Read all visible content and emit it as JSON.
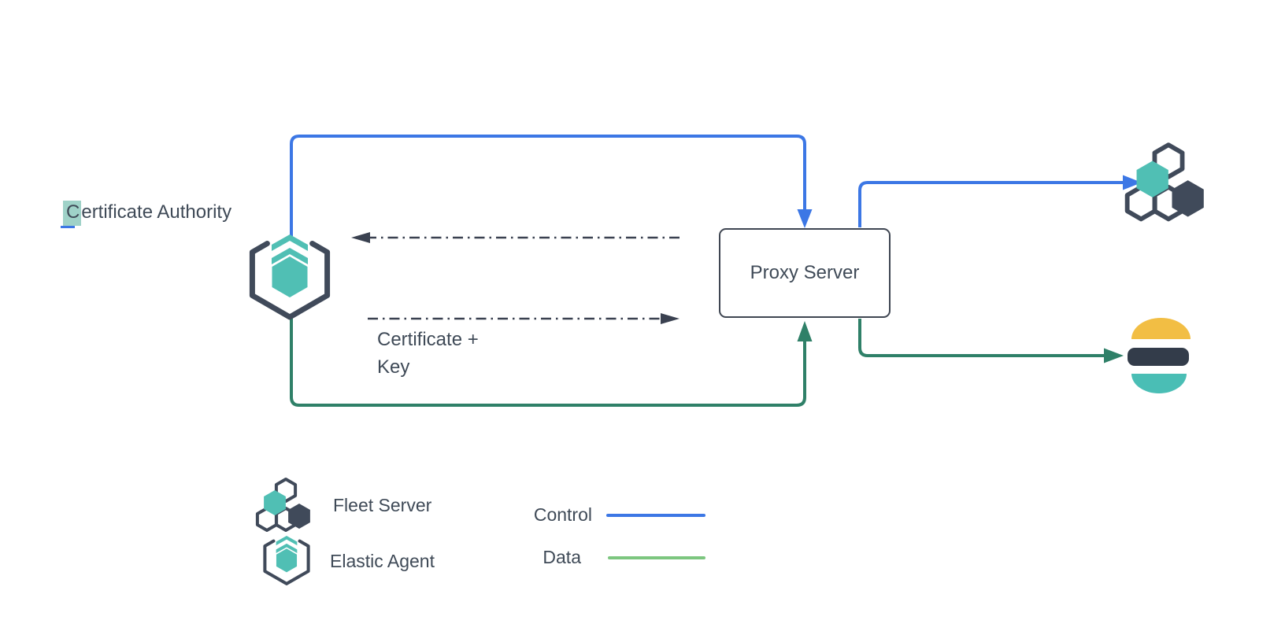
{
  "nodes": {
    "certificate_authority": {
      "label": "Certificate Authority",
      "label_highlight": "C",
      "label_rest": "ertificate Authority"
    },
    "proxy_server": {
      "label": "Proxy Server"
    },
    "elastic_agent": {
      "icon": "elastic-agent-icon"
    },
    "fleet_server": {
      "icon": "fleet-server-icon"
    },
    "elasticsearch": {
      "icon": "elasticsearch-icon"
    }
  },
  "annotations": {
    "certificate_key": {
      "line1": "Certificate +",
      "line2": "Key"
    }
  },
  "connections": [
    {
      "name": "control-agent-to-proxy",
      "type": "control",
      "style": "solid-blue-arrow"
    },
    {
      "name": "control-proxy-to-fleet-server",
      "type": "control",
      "style": "solid-blue-arrow"
    },
    {
      "name": "data-agent-to-proxy",
      "type": "data",
      "style": "solid-green-arrow"
    },
    {
      "name": "data-proxy-to-elasticsearch",
      "type": "data",
      "style": "solid-green-arrow"
    },
    {
      "name": "cert-proxy-to-agent",
      "type": "certificate-exchange",
      "style": "dash-dot-arrow"
    },
    {
      "name": "cert-agent-to-proxy",
      "type": "certificate-exchange",
      "style": "dash-dot-arrow"
    }
  ],
  "legend": {
    "items": [
      {
        "label": "Fleet Server",
        "icon": "fleet-server-icon"
      },
      {
        "label": "Elastic Agent",
        "icon": "elastic-agent-icon"
      }
    ],
    "lines": [
      {
        "label": "Control",
        "color": "#3C77E5"
      },
      {
        "label": "Data",
        "color": "#7CC67F"
      }
    ]
  },
  "colors": {
    "control_blue": "#3C77E5",
    "data_green": "#2F8068",
    "legend_data_green": "#7CC67F",
    "teal": "#50BFB4",
    "slate": "#404A5A",
    "node_border": "#3F4652",
    "dash_gray": "#3A4150",
    "text_color": "#3F4A57",
    "es_yellow": "#F2BE44",
    "es_dark": "#333C4A",
    "es_teal": "#4ABEB5",
    "highlight_teal": "#9FD2C8"
  }
}
